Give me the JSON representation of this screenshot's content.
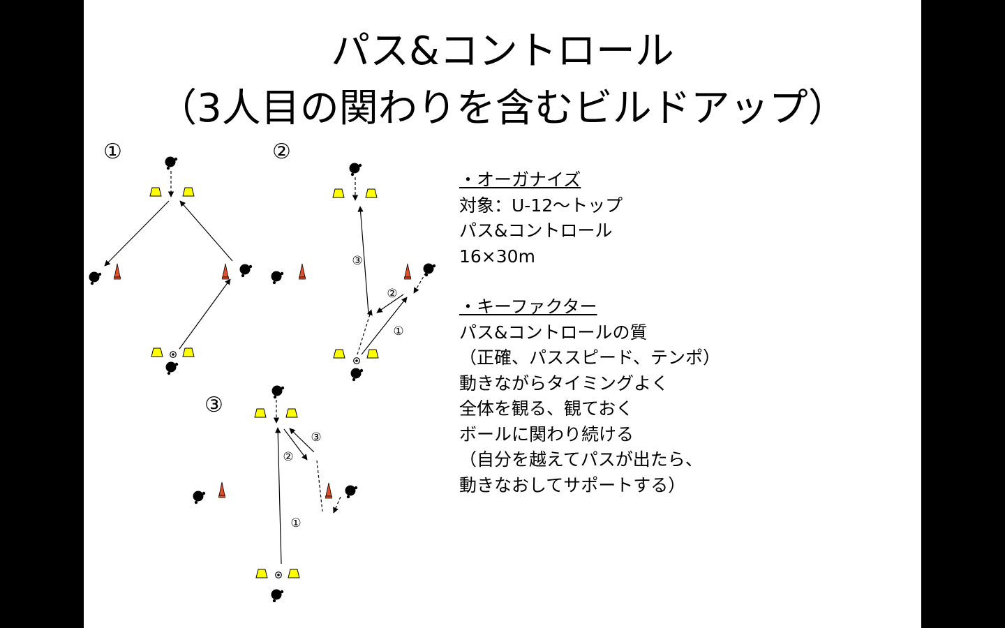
{
  "title": {
    "line1": "パス&コントロール",
    "line2": "（3人目の関わりを含むビルドアップ）"
  },
  "diagrams": [
    {
      "label": "①"
    },
    {
      "label": "②",
      "arrow_labels": [
        "③",
        "②",
        "①"
      ]
    },
    {
      "label": "③",
      "arrow_labels": [
        "③",
        "②",
        "①"
      ]
    }
  ],
  "organize": {
    "heading": "・オーガナイズ",
    "lines": [
      "対象：U-12〜トップ",
      "パス&コントロール",
      "16×30m"
    ]
  },
  "key_factors": {
    "heading": "・キーファクター",
    "lines": [
      "パス&コントロールの質",
      "（正確、パススピード、テンポ）",
      "動きながらタイミングよく",
      "全体を観る、観ておく",
      "ボールに関わり続ける",
      "（自分を越えてパスが出たら、",
      "動きなおしてサポートする）"
    ]
  },
  "colors": {
    "background": "#ffffff",
    "frame": "#000000",
    "marker_cone": "#ffff00",
    "tall_cone": "#e0502a",
    "player": "#000000"
  }
}
